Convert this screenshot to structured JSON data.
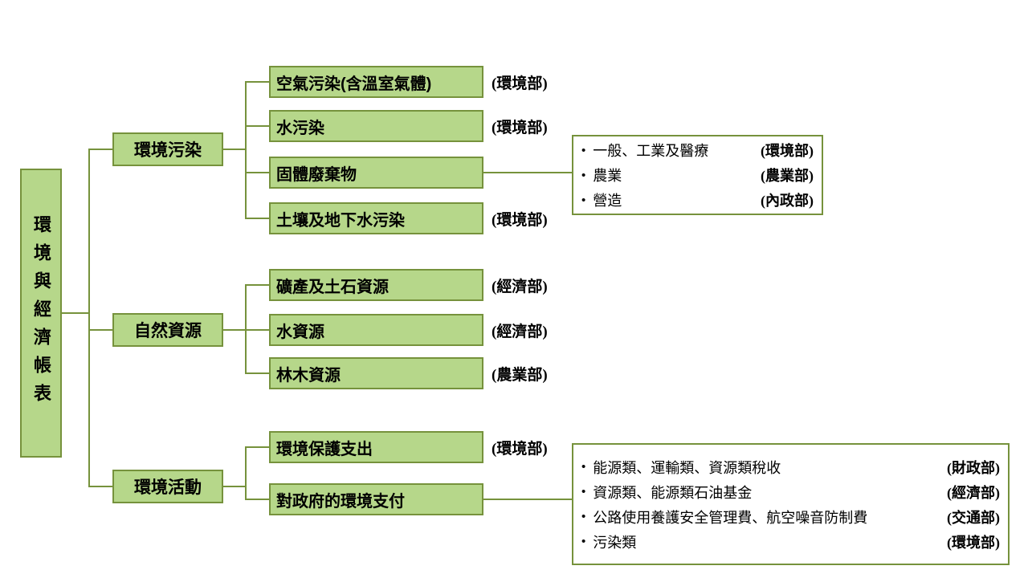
{
  "bullet": "•",
  "colors": {
    "box_fill": "#b6d78a",
    "box_border": "#76923c",
    "connector": "#76923c",
    "detail_box_bg": "#ffffff",
    "text": "#000000"
  },
  "root_label": "環境與經濟帳表",
  "branches": [
    {
      "label": "環境污染"
    },
    {
      "label": "自然資源"
    },
    {
      "label": "環境活動"
    }
  ],
  "nodes": [
    {
      "label": "空氣污染(含溫室氣體)",
      "ministry": "(環境部)"
    },
    {
      "label": "水污染",
      "ministry": "(環境部)"
    },
    {
      "label": "固體廢棄物",
      "ministry": ""
    },
    {
      "label": "土壤及地下水污染",
      "ministry": "(環境部)"
    },
    {
      "label": "礦產及土石資源",
      "ministry": "(經濟部)"
    },
    {
      "label": "水資源",
      "ministry": "(經濟部)"
    },
    {
      "label": "林木資源",
      "ministry": "(農業部)"
    },
    {
      "label": "環境保護支出",
      "ministry": "(環境部)"
    },
    {
      "label": "對政府的環境支付",
      "ministry": ""
    }
  ],
  "details": [
    {
      "items": [
        {
          "label": "一般、工業及醫療",
          "ministry": "(環境部)"
        },
        {
          "label": "農業",
          "ministry": "(農業部)"
        },
        {
          "label": "營造",
          "ministry": "(內政部)"
        }
      ]
    },
    {
      "items": [
        {
          "label": "能源類、運輸類、資源類稅收",
          "ministry": "(財政部)"
        },
        {
          "label": "資源類、能源類石油基金",
          "ministry": "(經濟部)"
        },
        {
          "label": "公路使用養護安全管理費、航空噪音防制費",
          "ministry": "(交通部)"
        },
        {
          "label": "污染類",
          "ministry": "(環境部)"
        }
      ]
    }
  ]
}
